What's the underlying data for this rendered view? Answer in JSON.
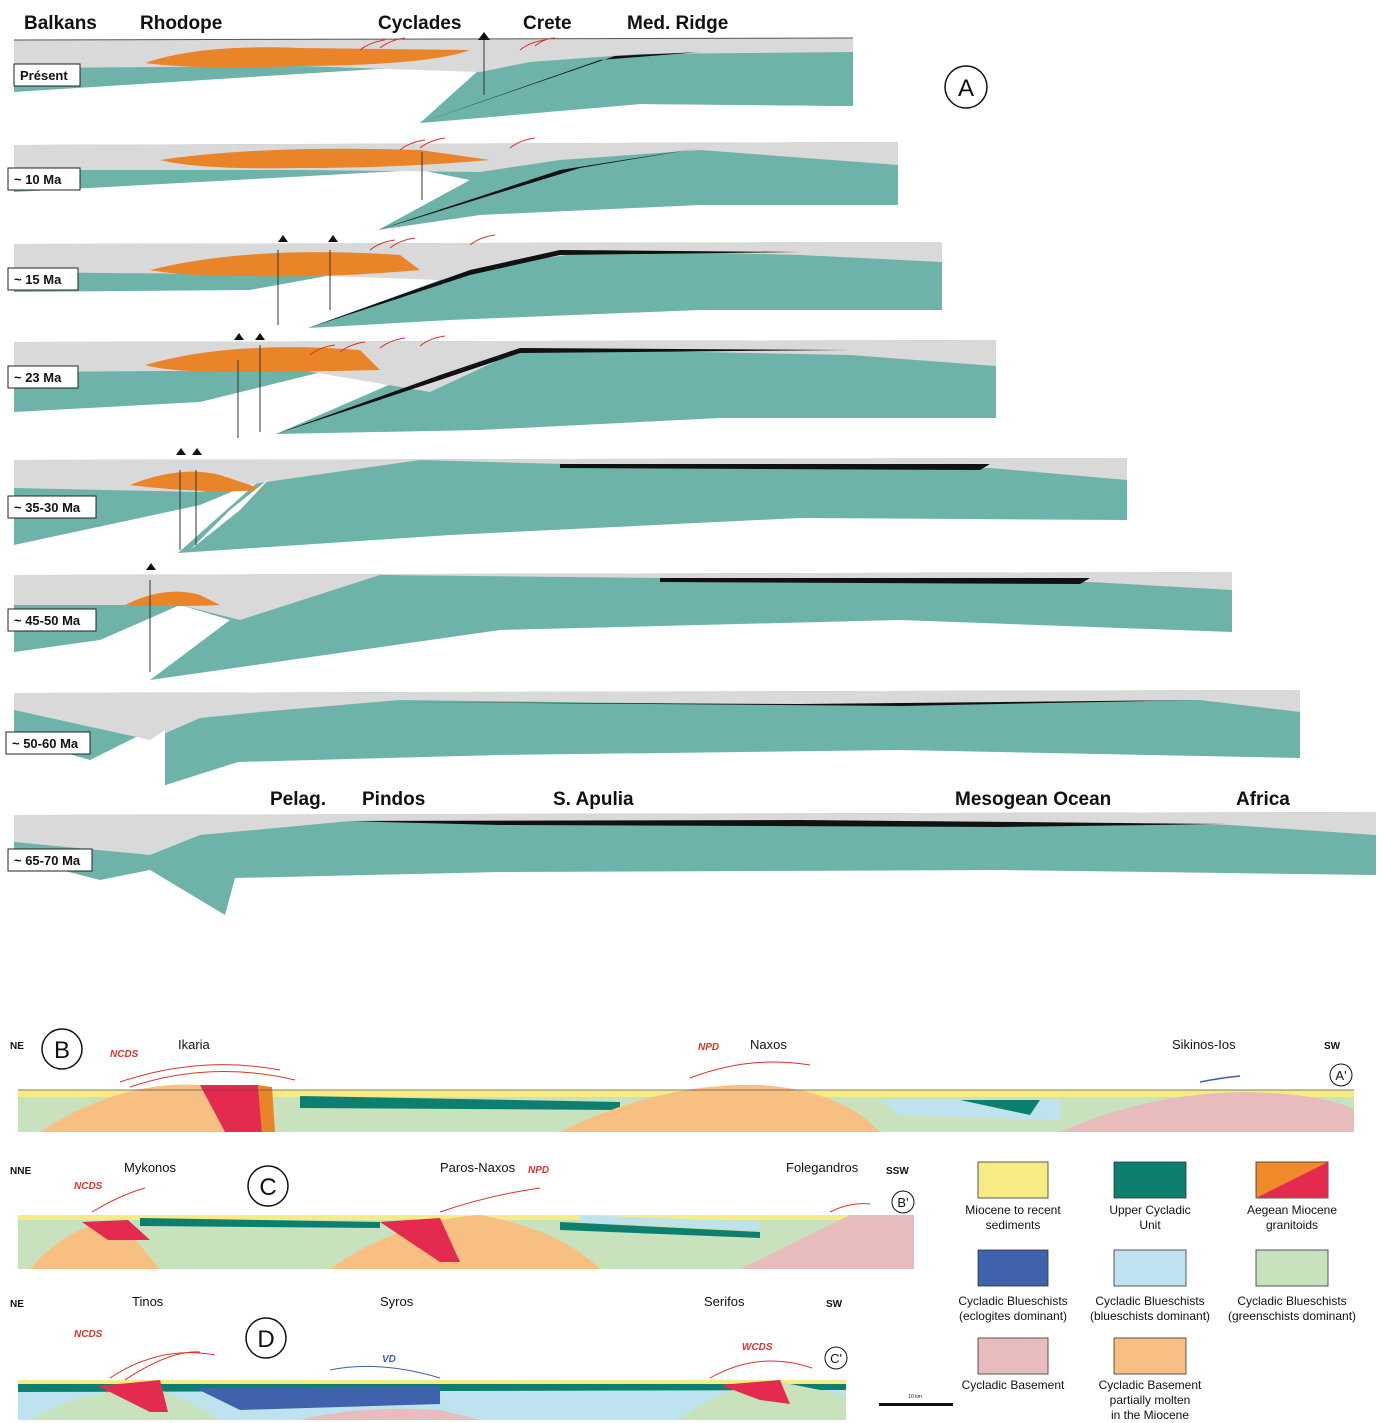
{
  "panel_a": {
    "letter": "A",
    "regions_top": {
      "balkans": "Balkans",
      "rhodope": "Rhodope",
      "cyclades": "Cyclades",
      "crete": "Crete",
      "med_ridge": "Med. Ridge"
    },
    "regions_bottom": {
      "pelag": "Pelag.",
      "pindos": "Pindos",
      "s_apulia": "S. Apulia",
      "mesogean": "Mesogean Ocean",
      "africa": "Africa"
    },
    "time_steps": [
      "Présent",
      "~ 10 Ma",
      "~ 15 Ma",
      "~ 23 Ma",
      "~ 35-30 Ma",
      "~ 45-50 Ma",
      "~ 50-60 Ma",
      "~ 65-70 Ma"
    ]
  },
  "panel_b": {
    "letter": "B",
    "ne": "NE",
    "sw": "SW",
    "marker": "A'",
    "locations": [
      "Ikaria",
      "Naxos",
      "Sikinos-Ios"
    ],
    "faults": [
      "NCDS",
      "NPD"
    ]
  },
  "panel_c": {
    "letter": "C",
    "ne": "NNE",
    "sw": "SSW",
    "marker": "B'",
    "locations": [
      "Mykonos",
      "Paros-Naxos",
      "Folegandros"
    ],
    "faults": [
      "NCDS",
      "NPD"
    ]
  },
  "panel_d": {
    "letter": "D",
    "ne": "NE",
    "sw": "SW",
    "marker": "C'",
    "locations": [
      "Tinos",
      "Syros",
      "Serifos"
    ],
    "faults": [
      "NCDS",
      "VD",
      "WCDS"
    ]
  },
  "legend": [
    {
      "label_lines": [
        "Miocene to recent",
        "sediments"
      ],
      "color": "#f7ec84"
    },
    {
      "label_lines": [
        "Upper Cycladic",
        "Unit"
      ],
      "color": "#0d7f6f"
    },
    {
      "label_lines": [
        "Aegean Miocene",
        "granitoids"
      ],
      "color": "#f08a2b",
      "color2": "#e42a4f"
    },
    {
      "label_lines": [
        "Cycladic Blueschists",
        "(eclogites dominant)"
      ],
      "color": "#3e63ac"
    },
    {
      "label_lines": [
        "Cycladic Blueschists",
        "(blueschists dominant)"
      ],
      "color": "#bfe3ee"
    },
    {
      "label_lines": [
        "Cycladic Blueschists",
        "(greenschists dominant)"
      ],
      "color": "#c8e2bd"
    },
    {
      "label_lines": [
        "Cycladic Basement"
      ],
      "color": "#e8bcbc"
    },
    {
      "label_lines": [
        "Cycladic Basement",
        "partially molten",
        "in the Miocene"
      ],
      "color": "#f7bf82"
    }
  ],
  "scale_bar": "10 km",
  "colors": {
    "lithosphere": "#6db3a9",
    "crust": "#d9d9d9",
    "orange": "#ea8429",
    "fault_red": "#d8342b",
    "fault_blue": "#3a5fb0"
  }
}
